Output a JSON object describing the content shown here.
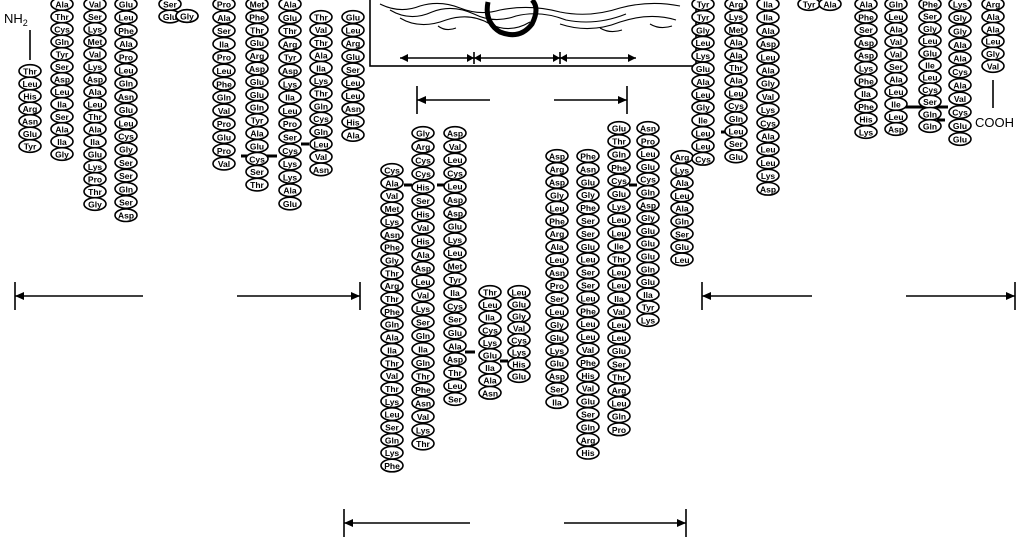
{
  "terminals": {
    "n": "NH2",
    "n_base": "NH",
    "n_sub": "2",
    "c": "COOH"
  },
  "columns": [
    [
      "Thr",
      "Leu",
      "His",
      "Arg",
      "Asn",
      "Glu",
      "Tyr"
    ],
    [
      "Ala",
      "Thr",
      "Cys",
      "Gln",
      "Tyr",
      "Ser",
      "Asp",
      "Leu",
      "Ila",
      "Ser",
      "Ala",
      "Ila",
      "Gly"
    ],
    [
      "Val",
      "Ser",
      "Lys",
      "Met",
      "Val",
      "Lys",
      "Asp",
      "Ala",
      "Leu",
      "Thr",
      "Ala",
      "Ila",
      "Glu",
      "Lys",
      "Pro",
      "Thr",
      "Gly"
    ],
    [
      "Glu",
      "Leu",
      "Phe",
      "Ala",
      "Pro",
      "Leu",
      "Gln",
      "Asn",
      "Glu",
      "Leu",
      "Cys",
      "Gly",
      "Ser",
      "Ser",
      "Gln",
      "Ser",
      "Asp"
    ],
    [
      "Pro",
      "Ala",
      "Ser",
      "Ila",
      "Pro",
      "Leu",
      "Phe",
      "Gln",
      "Val",
      "Pro",
      "Glu",
      "Pro",
      "Val"
    ],
    [
      "Met",
      "Phe",
      "Thr",
      "Glu",
      "Arg",
      "Asp",
      "Glu",
      "Glu",
      "Gln",
      "Tyr",
      "Ala",
      "Glu",
      "Cys",
      "Ser",
      "Thr"
    ],
    [
      "Ala",
      "Glu",
      "Thr",
      "Arg",
      "Tyr",
      "Asp",
      "Lys",
      "Ila",
      "Leu",
      "Pro",
      "Ser",
      "Cys",
      "Lys",
      "Lys",
      "Ala",
      "Glu"
    ],
    [
      "Thr",
      "Val",
      "Thr",
      "Ala",
      "Ila",
      "Lys",
      "Thr",
      "Gln",
      "Cys",
      "Gln",
      "Leu",
      "Val",
      "Asn"
    ],
    [
      "Glu",
      "Leu",
      "Arg",
      "Glu",
      "Ser",
      "Leu",
      "Leu",
      "Asn",
      "His",
      "Ala"
    ],
    [
      "Cys",
      "Ala",
      "Val",
      "Met",
      "Lys",
      "Asn",
      "Phe",
      "Gly",
      "Thr",
      "Arg",
      "Thr",
      "Phe",
      "Gln",
      "Ala",
      "Ila",
      "Thr",
      "Val",
      "Thr",
      "Lys",
      "Leu",
      "Ser",
      "Gln",
      "Lys",
      "Phe"
    ],
    [
      "Gly",
      "Arg",
      "Cys",
      "Cys",
      "His",
      "Ser",
      "His",
      "Val",
      "His",
      "Ala",
      "Asp",
      "Leu",
      "Val",
      "Lys",
      "Ser",
      "Gln",
      "Ila",
      "Gln",
      "Thr",
      "Phe",
      "Asn",
      "Val",
      "Lys",
      "Thr"
    ],
    [
      "Asp",
      "Val",
      "Leu",
      "Cys",
      "Leu",
      "Asp",
      "Asp",
      "Glu",
      "Lys",
      "Leu",
      "Met",
      "Tyr",
      "Ila",
      "Cys",
      "Ser",
      "Glu",
      "Ala",
      "Asp",
      "Thr",
      "Leu",
      "Ser"
    ],
    [
      "Thr",
      "Leu",
      "Ila",
      "Cys",
      "Lys",
      "Glu",
      "Ila",
      "Ala",
      "Asn"
    ],
    [
      "Leu",
      "Glu",
      "Gly",
      "Val",
      "Cys",
      "Lys",
      "His",
      "Glu"
    ],
    [
      "Asp",
      "Arg",
      "Asp",
      "Gly",
      "Leu",
      "Phe",
      "Arg",
      "Ala",
      "Leu",
      "Asn",
      "Pro",
      "Ser",
      "Leu",
      "Gly",
      "Glu",
      "Lys",
      "Glu",
      "Asp",
      "Ser",
      "Ila"
    ],
    [
      "Phe",
      "Asn",
      "Glu",
      "Gly",
      "Phe",
      "Ser",
      "Ser",
      "Glu",
      "Leu",
      "Ser",
      "Ser",
      "Leu",
      "Phe",
      "Leu",
      "Leu",
      "Val",
      "Phe",
      "His",
      "Val",
      "Glu",
      "Ser",
      "Gln",
      "Arg",
      "His"
    ],
    [
      "Glu",
      "Thr",
      "Gln",
      "Phe",
      "Cys",
      "Glu",
      "Lys",
      "Leu",
      "Leu",
      "Ile",
      "Thr",
      "Leu",
      "Leu",
      "Ila",
      "Val",
      "Leu",
      "Leu",
      "Glu",
      "Ser",
      "Thr",
      "Arg",
      "Leu",
      "Gln",
      "Pro"
    ],
    [
      "Asn",
      "Pro",
      "Leu",
      "Glu",
      "Cys",
      "Gln",
      "Asp",
      "Gly",
      "Glu",
      "Glu",
      "Glu",
      "Gln",
      "Glu",
      "Ila",
      "Tyr",
      "Lys"
    ],
    [
      "Arg",
      "Lys",
      "Ala",
      "Leu",
      "Ala",
      "Gln",
      "Ser",
      "Glu",
      "Leu"
    ],
    [
      "Tyr",
      "Tyr",
      "Gly",
      "Leu",
      "Lys",
      "Glu",
      "Ala",
      "Leu",
      "Gly",
      "Ile",
      "Leu",
      "Leu",
      "Cys"
    ],
    [
      "Arg",
      "Lys",
      "Met",
      "Ala",
      "Ala",
      "Thr",
      "Ala",
      "Leu",
      "Cys",
      "Gln",
      "Leu",
      "Ser",
      "Glu"
    ],
    [
      "Ila",
      "Ila",
      "Ala",
      "Asp",
      "Leu",
      "Ala",
      "Gly",
      "Val",
      "Lys",
      "Cys",
      "Ala",
      "Leu",
      "Leu",
      "Lys",
      "Asp"
    ],
    [
      "Tyr",
      "Ala"
    ],
    [
      "Ala",
      "Phe",
      "Ser",
      "Asp",
      "Asp",
      "Lys",
      "Phe",
      "Ila",
      "Phe",
      "His",
      "Lys"
    ],
    [
      "Gln",
      "Leu",
      "Ala",
      "Val",
      "Val",
      "Ser",
      "Ala",
      "Leu",
      "Ile",
      "Leu",
      "Asp"
    ],
    [
      "Phe",
      "Ser",
      "Gly",
      "Leu",
      "Glu",
      "Ile",
      "Leu",
      "Cys",
      "Ser",
      "Gln",
      "Gln"
    ],
    [
      "Lys",
      "Gly",
      "Gly",
      "Ala",
      "Ala",
      "Cys",
      "Ala",
      "Val",
      "Cys",
      "Glu",
      "Glu"
    ],
    [
      "Arg",
      "Ala",
      "Ala",
      "Leu",
      "Gly",
      "Val"
    ],
    [
      "Ser",
      "Glu"
    ],
    [
      "Glu",
      "Gly"
    ]
  ]
}
